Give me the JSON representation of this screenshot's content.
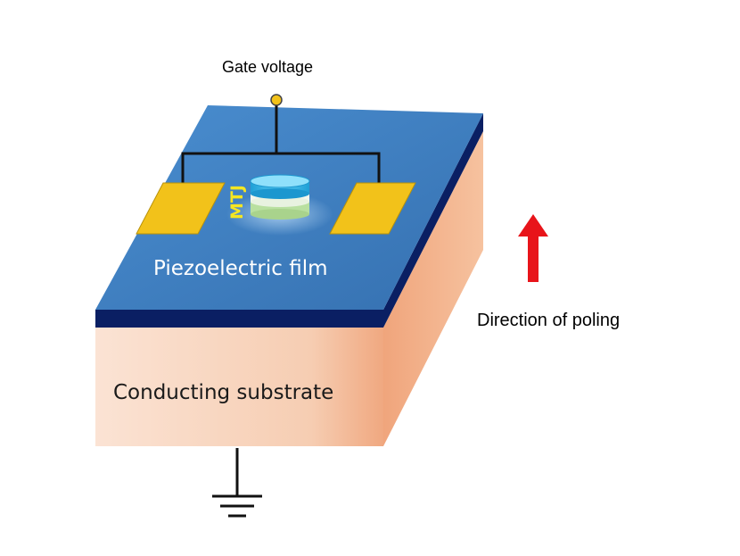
{
  "labels": {
    "gate_voltage": "Gate voltage",
    "mtj": "MTJ",
    "piezo_film": "Piezoelectric film",
    "substrate": "Conducting substrate",
    "poling": "Direction of poling"
  },
  "colors": {
    "film_top": "#3f7fc1",
    "film_edge": "#0a1f63",
    "substrate_front": "#f7d4bd",
    "substrate_side": "#f0a57c",
    "electrode": "#f2c21a",
    "wire": "#111111",
    "mtj_top_layer": "#27b5e8",
    "mtj_bottom_layer": "#c6e6b0",
    "mtj_label": "#f5e622",
    "arrow": "#e8141a"
  }
}
